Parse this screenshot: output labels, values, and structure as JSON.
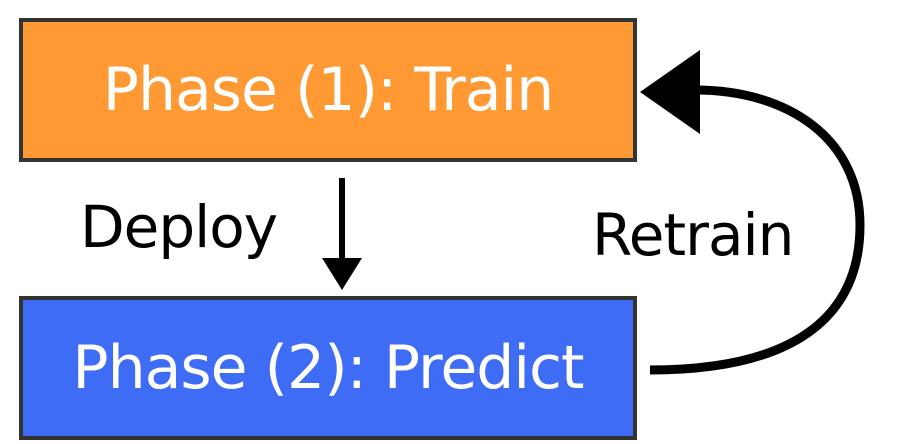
{
  "nodes": {
    "train": {
      "label": "Phase (1): Train",
      "color": "#ff9933"
    },
    "predict": {
      "label": "Phase (2): Predict",
      "color": "#3f6cf5"
    }
  },
  "edges": {
    "deploy": {
      "label": "Deploy",
      "from": "Phase (1): Train",
      "to": "Phase (2): Predict"
    },
    "retrain": {
      "label": "Retrain",
      "from": "Phase (2): Predict",
      "to": "Phase (1): Train"
    }
  },
  "colors": {
    "border": "#333333",
    "text_on_box": "#ffffff",
    "arrow": "#000000"
  }
}
